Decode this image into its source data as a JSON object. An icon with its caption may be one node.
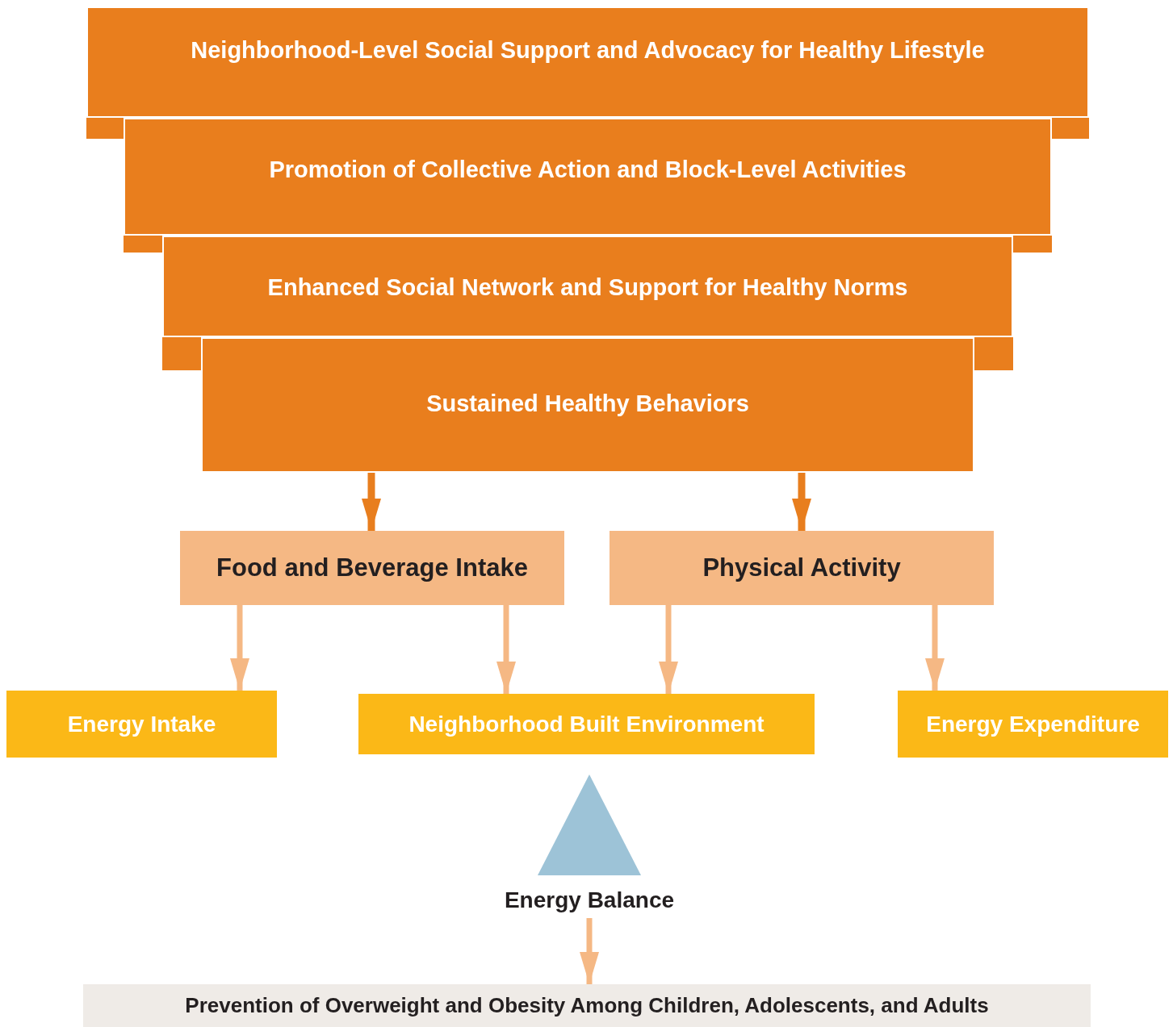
{
  "diagram": {
    "nodes": [
      {
        "text": [
          "Neighborhood-Level Social Support and Advocacy for Healthy Lifestyle"
        ]
      },
      {
        "text": [
          "Promotion of Collective Action and Block-Level Activities"
        ]
      },
      {
        "text": [
          "Enhanced Social Network and Support for Healthy Norms"
        ]
      },
      {
        "text": [
          "Sustained Healthy Behaviors"
        ]
      },
      {
        "text": [
          "Food and Beverage Intake"
        ]
      },
      {
        "text": [
          "Physical Activity"
        ]
      },
      {
        "text": [
          "Energy Intake"
        ]
      },
      {
        "text": [
          "Neighborhood Built Environment"
        ]
      },
      {
        "text": [
          "Energy Expenditure"
        ]
      },
      {
        "text": [
          "Energy Balance"
        ]
      },
      {
        "text": [
          "Prevention of Overweight and Obesity Among Children, Adolescents, and Adults"
        ]
      }
    ],
    "edges": [
      {
        "from": 3,
        "to": 4,
        "arrow": "to",
        "color": "#e87e1e"
      },
      {
        "from": 3,
        "to": 5,
        "arrow": "to",
        "color": "#e87e1e"
      },
      {
        "from": 4,
        "to": 6,
        "arrow": "to"
      },
      {
        "from": 4,
        "to": 7,
        "arrow": "to"
      },
      {
        "from": 5,
        "to": 7,
        "arrow": "to"
      },
      {
        "from": 5,
        "to": 8,
        "arrow": "to"
      },
      {
        "from": 9,
        "to": 10,
        "arrow": "to"
      }
    ]
  }
}
